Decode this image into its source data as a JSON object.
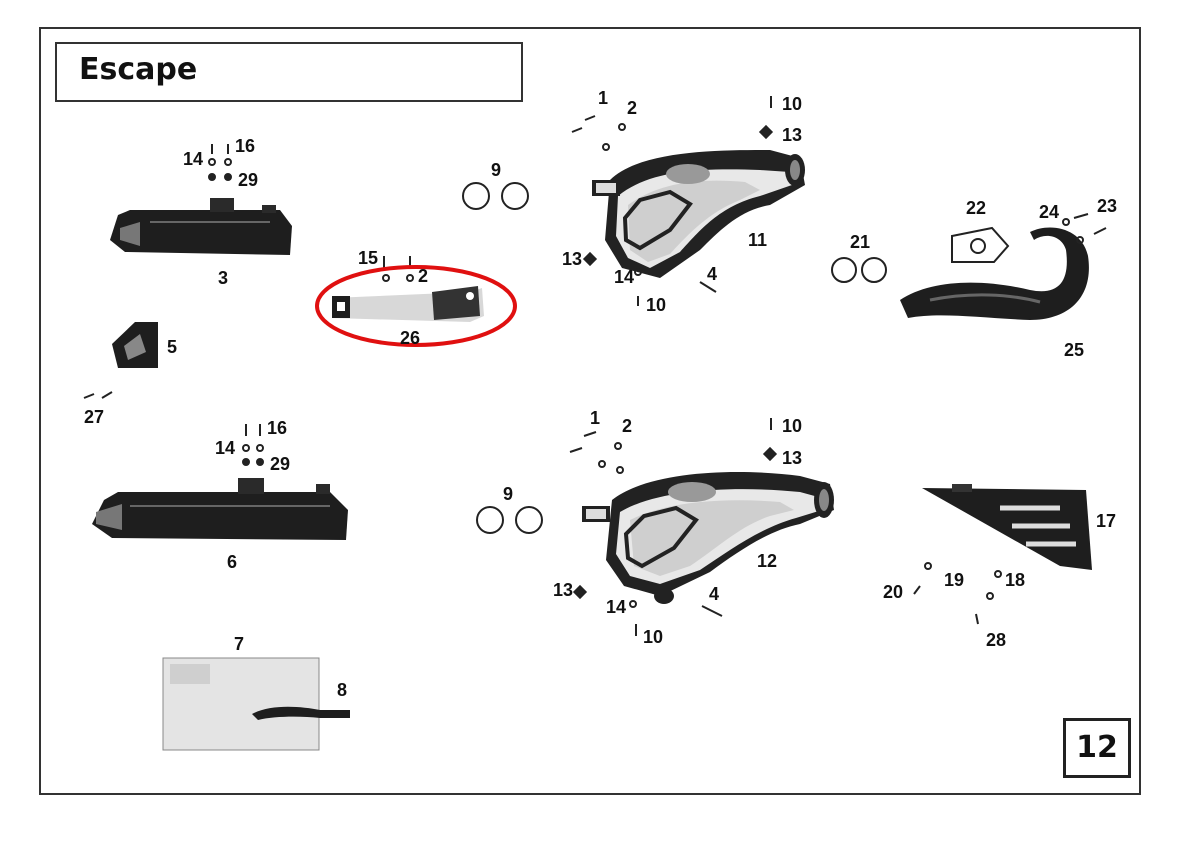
{
  "title": "Escape",
  "page_number": "12",
  "highlight_color": "#e01010",
  "part_labels": [
    "1",
    "2",
    "10",
    "13",
    "9",
    "11",
    "4",
    "14",
    "10",
    "13",
    "21",
    "22",
    "24",
    "23",
    "25",
    "14",
    "16",
    "29",
    "3",
    "15",
    "2",
    "26",
    "5",
    "27",
    "14",
    "16",
    "29",
    "6",
    "1",
    "2",
    "10",
    "13",
    "9",
    "12",
    "13",
    "14",
    "4",
    "10",
    "17",
    "20",
    "19",
    "18",
    "28",
    "7",
    "8"
  ]
}
